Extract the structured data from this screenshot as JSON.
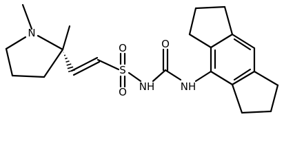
{
  "structure": {
    "atoms": {
      "ring_n": "N",
      "sulfonyl_s": "S",
      "sulfonyl_o_top": "O",
      "sulfonyl_o_bottom": "O",
      "carbonyl_o": "O",
      "amide_nh": "NH",
      "aryl_nh": "NH"
    }
  },
  "colors": {
    "ink": "#000000",
    "background": "#ffffff"
  }
}
